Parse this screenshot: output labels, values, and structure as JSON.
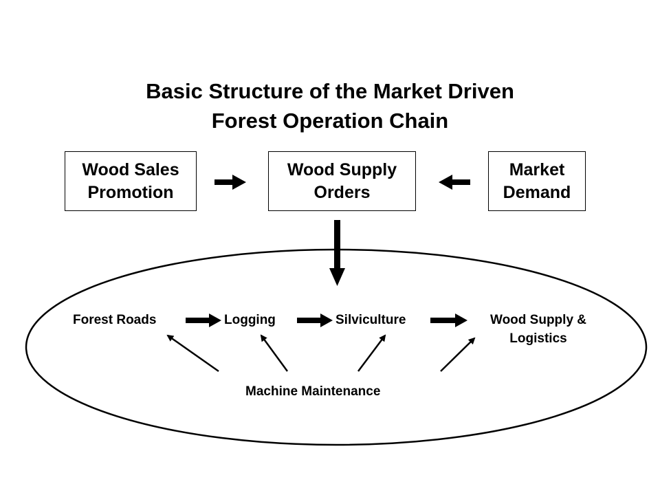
{
  "title": {
    "line1": "Basic Structure of the Market Driven",
    "line2": "Forest Operation Chain"
  },
  "top_boxes": {
    "wood_sales": {
      "line1": "Wood Sales",
      "line2": "Promotion"
    },
    "wood_supply": {
      "line1": "Wood Supply",
      "line2": "Orders"
    },
    "market": {
      "line1": "Market",
      "line2": "Demand"
    }
  },
  "chain": {
    "forest_roads": "Forest Roads",
    "logging": "Logging",
    "silviculture": "Silviculture",
    "wood_supply_line1": "Wood Supply &",
    "wood_supply_line2": "Logistics"
  },
  "maintenance": "Machine Maintenance",
  "colors": {
    "stroke": "#000000",
    "background": "#ffffff"
  }
}
